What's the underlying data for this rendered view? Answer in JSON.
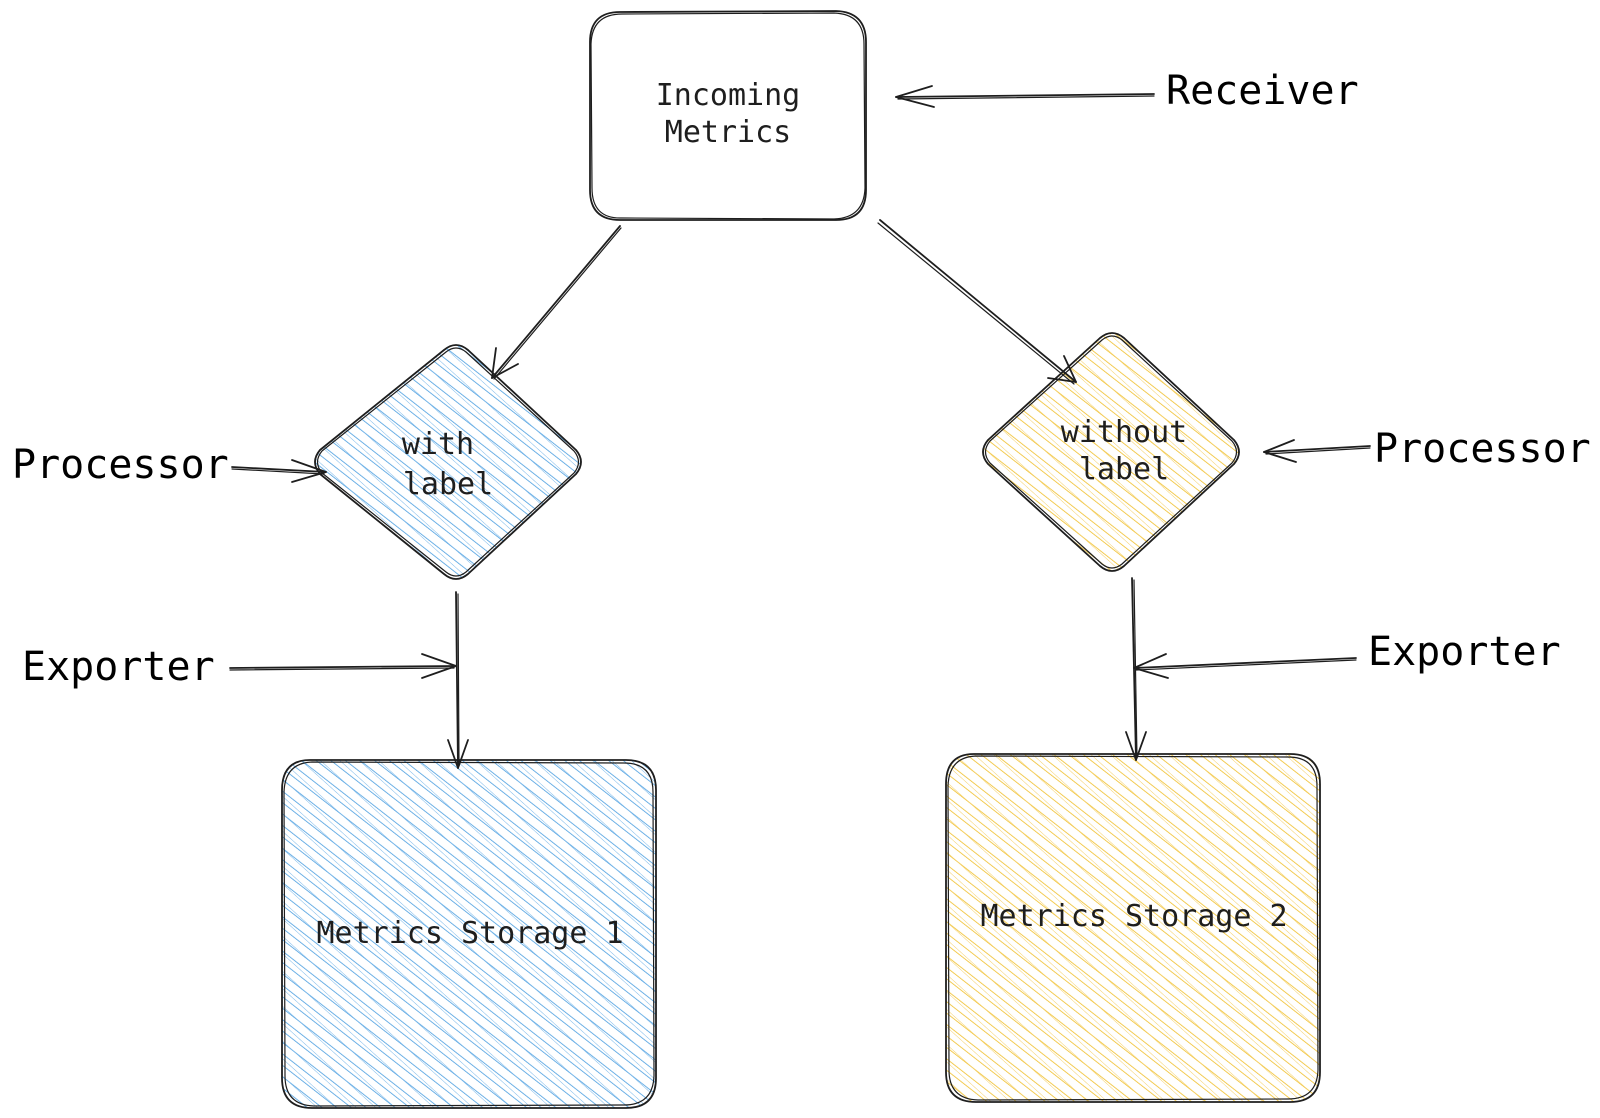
{
  "colors": {
    "blue_hatch": "#4a9ee0",
    "yellow_hatch": "#f0bf2a",
    "stroke": "#1e1e1e",
    "background": "#ffffff"
  },
  "nodes": {
    "incoming": {
      "line1": "Incoming",
      "line2": "Metrics"
    },
    "with_label": {
      "line1": "with",
      "line2": "label"
    },
    "without_label": {
      "line1": "without",
      "line2": "label"
    },
    "storage1": {
      "text": "Metrics Storage 1"
    },
    "storage2": {
      "text": "Metrics Storage 2"
    }
  },
  "labels": {
    "receiver": "Receiver",
    "processor_left": "Processor",
    "processor_right": "Processor",
    "exporter_left": "Exporter",
    "exporter_right": "Exporter"
  }
}
